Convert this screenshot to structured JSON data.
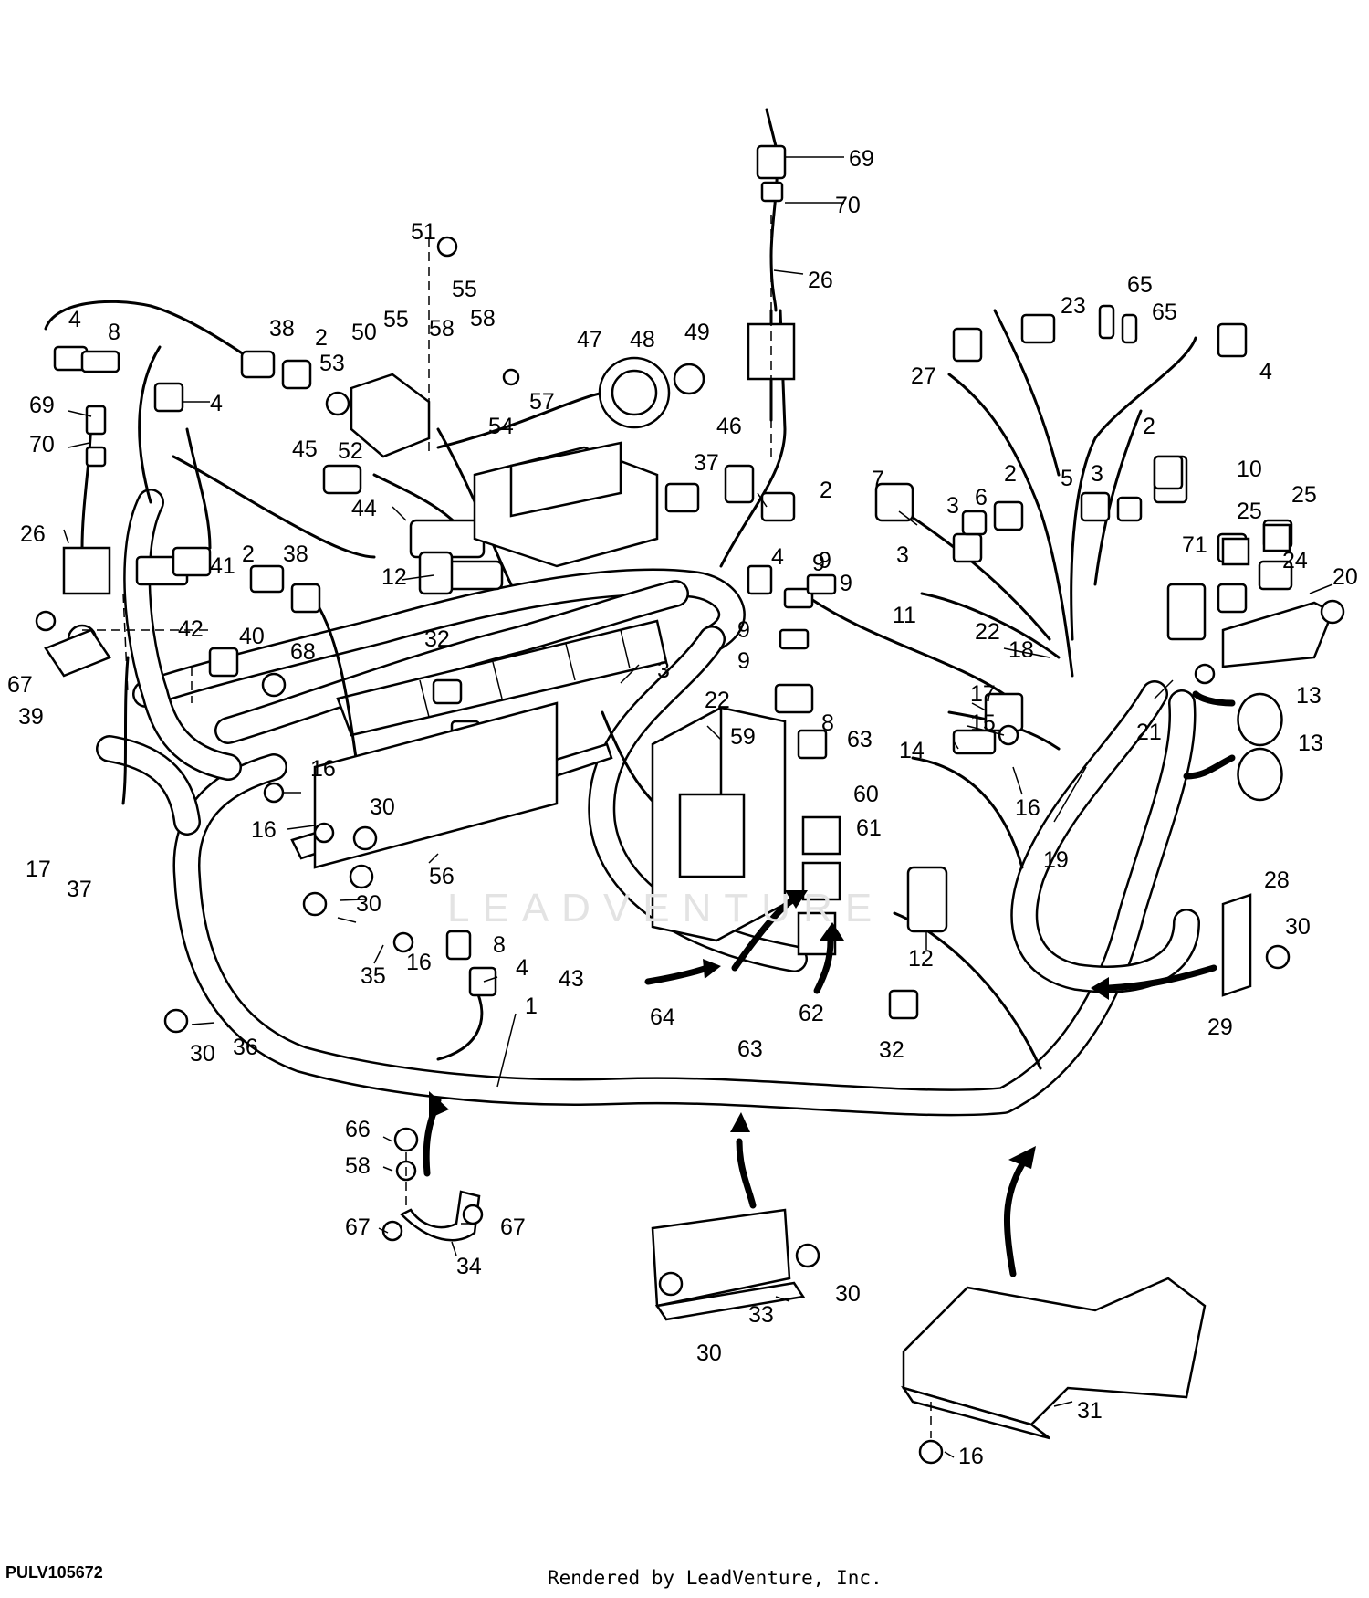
{
  "diagram": {
    "reference_code": "PULV105672",
    "render_credit": "Rendered by LeadVenture, Inc.",
    "watermark": "LEADVENTURE",
    "callouts": [
      {
        "id": "c1",
        "label": "69"
      },
      {
        "id": "c2",
        "label": "70"
      },
      {
        "id": "c3",
        "label": "26"
      },
      {
        "id": "c4",
        "label": "51"
      },
      {
        "id": "c5",
        "label": "55"
      },
      {
        "id": "c6",
        "label": "55"
      },
      {
        "id": "c7",
        "label": "50"
      },
      {
        "id": "c8",
        "label": "58"
      },
      {
        "id": "c9",
        "label": "58"
      },
      {
        "id": "c10",
        "label": "53"
      },
      {
        "id": "c11",
        "label": "57"
      },
      {
        "id": "c12",
        "label": "54"
      },
      {
        "id": "c13",
        "label": "52"
      },
      {
        "id": "c14",
        "label": "47"
      },
      {
        "id": "c15",
        "label": "48"
      },
      {
        "id": "c16",
        "label": "49"
      },
      {
        "id": "c17",
        "label": "38"
      },
      {
        "id": "c18",
        "label": "2"
      },
      {
        "id": "c19",
        "label": "4"
      },
      {
        "id": "c20",
        "label": "8"
      },
      {
        "id": "c21",
        "label": "4"
      },
      {
        "id": "c22",
        "label": "69"
      },
      {
        "id": "c23",
        "label": "70"
      },
      {
        "id": "c24",
        "label": "26"
      },
      {
        "id": "c25",
        "label": "45"
      },
      {
        "id": "c26",
        "label": "44"
      },
      {
        "id": "c27",
        "label": "12"
      },
      {
        "id": "c28",
        "label": "41"
      },
      {
        "id": "c29",
        "label": "42"
      },
      {
        "id": "c30",
        "label": "2"
      },
      {
        "id": "c31",
        "label": "38"
      },
      {
        "id": "c32",
        "label": "67"
      },
      {
        "id": "c33",
        "label": "39"
      },
      {
        "id": "c34",
        "label": "40"
      },
      {
        "id": "c35",
        "label": "68"
      },
      {
        "id": "c36",
        "label": "32"
      },
      {
        "id": "c37",
        "label": "17"
      },
      {
        "id": "c38",
        "label": "37"
      },
      {
        "id": "c39",
        "label": "16"
      },
      {
        "id": "c40",
        "label": "16"
      },
      {
        "id": "c41",
        "label": "30"
      },
      {
        "id": "c42",
        "label": "56"
      },
      {
        "id": "c43",
        "label": "30"
      },
      {
        "id": "c44",
        "label": "35"
      },
      {
        "id": "c45",
        "label": "16"
      },
      {
        "id": "c46",
        "label": "8"
      },
      {
        "id": "c47",
        "label": "4"
      },
      {
        "id": "c48",
        "label": "1"
      },
      {
        "id": "c49",
        "label": "30"
      },
      {
        "id": "c50",
        "label": "36"
      },
      {
        "id": "c51",
        "label": "43"
      },
      {
        "id": "c52",
        "label": "64"
      },
      {
        "id": "c53",
        "label": "3"
      },
      {
        "id": "c54",
        "label": "22"
      },
      {
        "id": "c55",
        "label": "59"
      },
      {
        "id": "c56",
        "label": "46"
      },
      {
        "id": "c57",
        "label": "37"
      },
      {
        "id": "c58",
        "label": "2"
      },
      {
        "id": "c59",
        "label": "4"
      },
      {
        "id": "c60",
        "label": "9"
      },
      {
        "id": "c61",
        "label": "9"
      },
      {
        "id": "c62",
        "label": "9"
      },
      {
        "id": "c63",
        "label": "9"
      },
      {
        "id": "c64",
        "label": "9"
      },
      {
        "id": "c65",
        "label": "8"
      },
      {
        "id": "c66",
        "label": "63"
      },
      {
        "id": "c67",
        "label": "60"
      },
      {
        "id": "c68",
        "label": "61"
      },
      {
        "id": "c69",
        "label": "62"
      },
      {
        "id": "c70",
        "label": "63"
      },
      {
        "id": "c71",
        "label": "7"
      },
      {
        "id": "c72",
        "label": "3"
      },
      {
        "id": "c73",
        "label": "6"
      },
      {
        "id": "c74",
        "label": "2"
      },
      {
        "id": "c75",
        "label": "5"
      },
      {
        "id": "c76",
        "label": "3"
      },
      {
        "id": "c77",
        "label": "3"
      },
      {
        "id": "c78",
        "label": "11"
      },
      {
        "id": "c79",
        "label": "22"
      },
      {
        "id": "c80",
        "label": "17"
      },
      {
        "id": "c81",
        "label": "15"
      },
      {
        "id": "c82",
        "label": "14"
      },
      {
        "id": "c83",
        "label": "16"
      },
      {
        "id": "c84",
        "label": "12"
      },
      {
        "id": "c85",
        "label": "32"
      },
      {
        "id": "c86",
        "label": "27"
      },
      {
        "id": "c87",
        "label": "23"
      },
      {
        "id": "c88",
        "label": "65"
      },
      {
        "id": "c89",
        "label": "65"
      },
      {
        "id": "c90",
        "label": "4"
      },
      {
        "id": "c91",
        "label": "2"
      },
      {
        "id": "c92",
        "label": "10"
      },
      {
        "id": "c93",
        "label": "25"
      },
      {
        "id": "c94",
        "label": "25"
      },
      {
        "id": "c95",
        "label": "71"
      },
      {
        "id": "c96",
        "label": "24"
      },
      {
        "id": "c97",
        "label": "20"
      },
      {
        "id": "c98",
        "label": "18"
      },
      {
        "id": "c99",
        "label": "21"
      },
      {
        "id": "c100",
        "label": "13"
      },
      {
        "id": "c101",
        "label": "13"
      },
      {
        "id": "c102",
        "label": "19"
      },
      {
        "id": "c103",
        "label": "28"
      },
      {
        "id": "c104",
        "label": "30"
      },
      {
        "id": "c105",
        "label": "29"
      },
      {
        "id": "c106",
        "label": "66"
      },
      {
        "id": "c107",
        "label": "58"
      },
      {
        "id": "c108",
        "label": "67"
      },
      {
        "id": "c109",
        "label": "67"
      },
      {
        "id": "c110",
        "label": "34"
      },
      {
        "id": "c111",
        "label": "33"
      },
      {
        "id": "c112",
        "label": "30"
      },
      {
        "id": "c113",
        "label": "30"
      },
      {
        "id": "c114",
        "label": "31"
      },
      {
        "id": "c115",
        "label": "16"
      }
    ]
  }
}
